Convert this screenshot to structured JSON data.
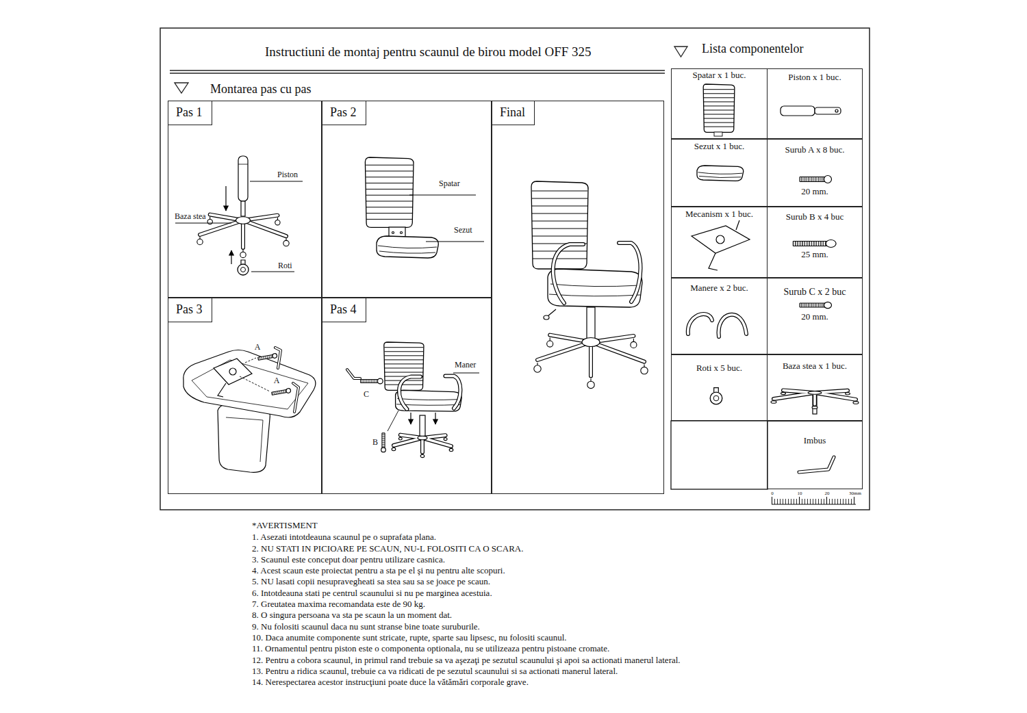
{
  "diagram": {
    "title": "Instructiuni de montaj pentru scaunul de birou model OFF 325",
    "nodes": [
      {
        "text": [
          "Pas 1"
        ]
      },
      {
        "text": [
          "Pas 2"
        ]
      },
      {
        "text": [
          "Final"
        ]
      },
      {
        "text": [
          "Pas 3"
        ]
      },
      {
        "text": [
          "Pas 4"
        ]
      },
      {
        "text": [
          "Spatar x 1 buc."
        ]
      },
      {
        "text": [
          "Piston x 1 buc."
        ]
      },
      {
        "text": [
          "Sezut x 1 buc."
        ]
      },
      {
        "text": [
          "Surub A x 8 buc.",
          "20 mm."
        ]
      },
      {
        "text": [
          "Mecanism x 1 buc."
        ]
      },
      {
        "text": [
          "Surub B x 4 buc",
          "25 mm."
        ]
      },
      {
        "text": [
          "Manere x 2 buc."
        ]
      },
      {
        "text": [
          "Surub C x 2 buc",
          "20 mm."
        ]
      },
      {
        "text": [
          "Roti x 5 buc."
        ]
      },
      {
        "text": [
          "Baza stea x 1 buc."
        ]
      },
      {
        "text": [
          "Imbus"
        ]
      }
    ],
    "labels": [
      "Montarea pas cu pas",
      "Lista componentelor",
      "Piston",
      "Baza stea",
      "Roti",
      "Spatar",
      "Sezut",
      "A",
      "A",
      "Maner",
      "C",
      "B",
      "0",
      "10",
      "20",
      "30mm",
      "*AVERTISMENT",
      "1. Asezati intotdeauna scaunul pe o suprafata plana.",
      "2. NU STATI IN PICIOARE PE SCAUN, NU-L FOLOSITI CA O SCARA.",
      "3. Scaunul este conceput doar pentru utilizare casnica.",
      "4. Acest scaun este proiectat pentru a sta pe el şi nu pentru alte scopuri.",
      "5. NU lasati copii nesupravegheati sa stea sau sa se joace pe scaun.",
      "6. Intotdeauna stati pe centrul scaunului si nu pe marginea acestuia.",
      "7. Greutatea maxima recomandata este de 90 kg.",
      "8. O singura persoana va sta pe scaun la un moment dat.",
      "9. Nu folositi scaunul daca nu sunt stranse bine toate suruburile.",
      "10. Daca anumite componente sunt stricate, rupte, sparte sau lipsesc, nu folositi scaunul.",
      "11. Ornamentul pentru piston este o componenta optionala, nu se utilizeaza pentru pistoane cromate.",
      "12. Pentru a cobora scaunul, in primul rand trebuie sa va aşezaţi pe sezutul scaunului şi apoi sa actionati manerul lateral.",
      "13. Pentru a ridica scaunul, trebuie ca va ridicati de pe sezutul scaunului si sa actionati manerul lateral.",
      "14. Nerespectarea acestor instrucţiuni poate duce la vătămări corporale grave."
    ]
  }
}
